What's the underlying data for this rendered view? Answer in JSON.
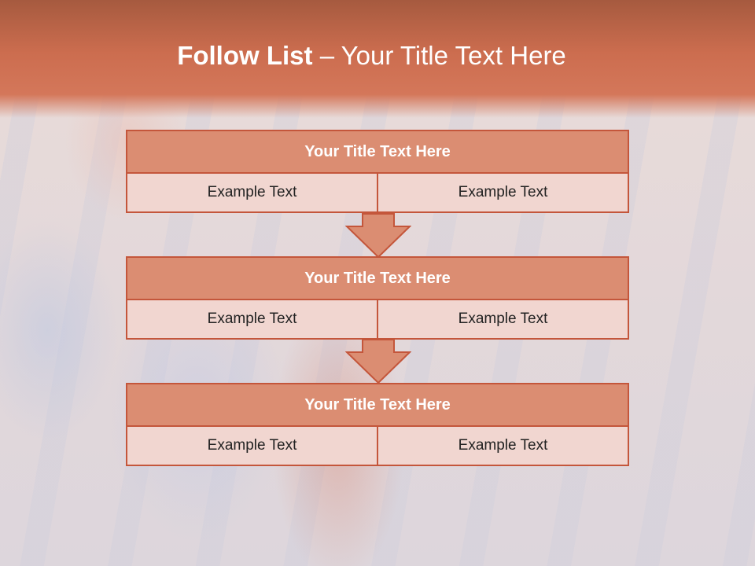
{
  "slide": {
    "title_bold": "Follow List",
    "title_rest": " – Your Title Text Here"
  },
  "blocks": [
    {
      "title": "Your Title Text Here",
      "left": "Example Text",
      "right": "Example Text"
    },
    {
      "title": "Your Title Text Here",
      "left": "Example Text",
      "right": "Example Text"
    },
    {
      "title": "Your Title Text Here",
      "left": "Example Text",
      "right": "Example Text"
    }
  ],
  "colors": {
    "accent": "#cc6d4f",
    "block_header": "#db8d72",
    "block_cell": "#f1d6d0",
    "border": "#c4563b"
  },
  "icons": [
    "down-arrow-icon"
  ]
}
